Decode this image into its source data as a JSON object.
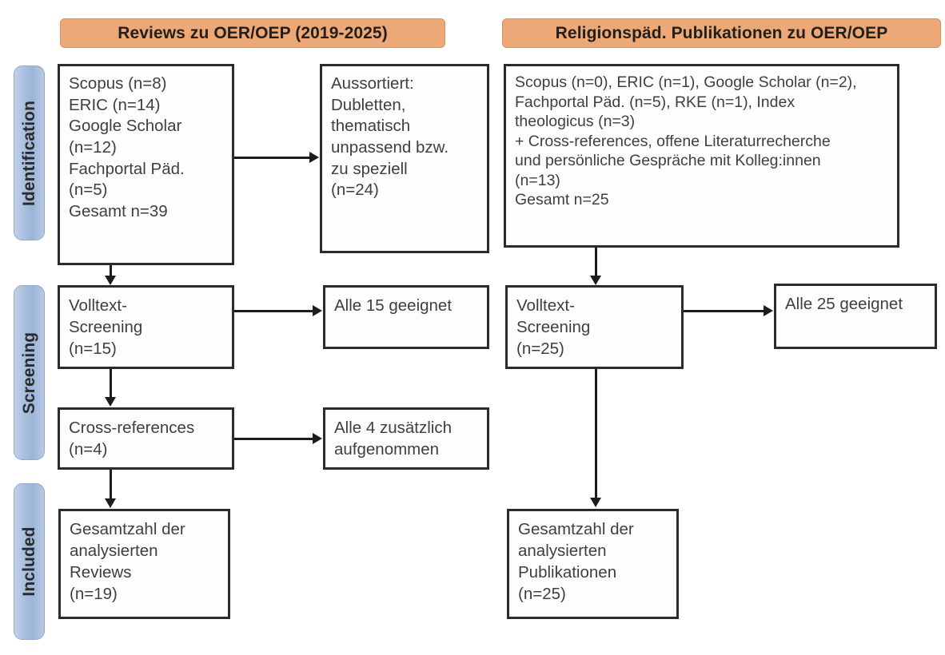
{
  "stages": [
    {
      "id": "identification",
      "label": "Identification"
    },
    {
      "id": "screening",
      "label": "Screening"
    },
    {
      "id": "included",
      "label": "Included"
    }
  ],
  "columns": [
    {
      "id": "reviews",
      "header": "Reviews zu OER/OEP (2019-2025)"
    },
    {
      "id": "religionspaed",
      "header": "Religionspäd. Publikationen zu OER/OEP"
    }
  ],
  "boxes": {
    "left_sources": "Scopus (n=8)\nERIC (n=14)\nGoogle Scholar\n(n=12)\nFachportal Päd.\n(n=5)\nGesamt n=39",
    "left_excluded": "Aussortiert:\nDubletten,\nthematisch\nunpassend bzw.\nzu speziell\n(n=24)",
    "left_fulltext": "Volltext-\nScreening\n(n=15)",
    "left_fulltext_result": "Alle 15 geeignet",
    "left_crossref": "Cross-references\n(n=4)",
    "left_crossref_result": "Alle 4 zusätzlich\naufgenommen",
    "left_included": "Gesamtzahl der\nanalysierten\nReviews\n(n=19)",
    "right_sources": "Scopus (n=0), ERIC (n=1), Google Scholar (n=2),\nFachportal Päd. (n=5), RKE (n=1), Index\ntheologicus (n=3)\n+ Cross-references, offene Literaturrecherche\nund persönliche Gespräche mit Kolleg:innen\n(n=13)\nGesamt n=25",
    "right_fulltext": "Volltext-\nScreening\n(n=25)",
    "right_fulltext_result": "Alle 25 geeignet",
    "right_included": "Gesamtzahl der\nanalysierten\nPublikationen\n(n=25)"
  },
  "colors": {
    "header_fill": "#eda877",
    "stage_fill": "#a9bfdf",
    "box_border": "#2b2b2b",
    "connector": "#1c1c1c",
    "text": "#3f3f3f"
  },
  "chart_data": {
    "type": "diagram",
    "title": "PRISMA-style literature selection flow diagram",
    "nodes": [
      {
        "id": "left_sources",
        "stage": "Identification",
        "column": "Reviews zu OER/OEP (2019-2025)",
        "counts": {
          "Scopus": 8,
          "ERIC": 14,
          "Google Scholar": 12,
          "Fachportal Päd.": 5,
          "Gesamt": 39
        }
      },
      {
        "id": "left_excluded",
        "stage": "Identification",
        "column": "Reviews zu OER/OEP (2019-2025)",
        "counts": {
          "Aussortiert": 24
        }
      },
      {
        "id": "left_fulltext",
        "stage": "Screening",
        "column": "Reviews zu OER/OEP (2019-2025)",
        "counts": {
          "Volltext-Screening": 15
        }
      },
      {
        "id": "left_fulltext_result",
        "stage": "Screening",
        "column": "Reviews zu OER/OEP (2019-2025)",
        "counts": {
          "geeignet": 15
        }
      },
      {
        "id": "left_crossref",
        "stage": "Screening",
        "column": "Reviews zu OER/OEP (2019-2025)",
        "counts": {
          "Cross-references": 4
        }
      },
      {
        "id": "left_crossref_result",
        "stage": "Screening",
        "column": "Reviews zu OER/OEP (2019-2025)",
        "counts": {
          "zusätzlich aufgenommen": 4
        }
      },
      {
        "id": "left_included",
        "stage": "Included",
        "column": "Reviews zu OER/OEP (2019-2025)",
        "counts": {
          "Reviews": 19
        }
      },
      {
        "id": "right_sources",
        "stage": "Identification",
        "column": "Religionspäd. Publikationen zu OER/OEP",
        "counts": {
          "Scopus": 0,
          "ERIC": 1,
          "Google Scholar": 2,
          "Fachportal Päd.": 5,
          "RKE": 1,
          "Index theologicus": 3,
          "Cross-references/offene Recherche/Gespräche": 13,
          "Gesamt": 25
        }
      },
      {
        "id": "right_fulltext",
        "stage": "Screening",
        "column": "Religionspäd. Publikationen zu OER/OEP",
        "counts": {
          "Volltext-Screening": 25
        }
      },
      {
        "id": "right_fulltext_result",
        "stage": "Screening",
        "column": "Religionspäd. Publikationen zu OER/OEP",
        "counts": {
          "geeignet": 25
        }
      },
      {
        "id": "right_included",
        "stage": "Included",
        "column": "Religionspäd. Publikationen zu OER/OEP",
        "counts": {
          "Publikationen": 25
        }
      }
    ],
    "edges": [
      {
        "from": "left_sources",
        "to": "left_excluded",
        "direction": "right"
      },
      {
        "from": "left_sources",
        "to": "left_fulltext",
        "direction": "down"
      },
      {
        "from": "left_fulltext",
        "to": "left_fulltext_result",
        "direction": "right"
      },
      {
        "from": "left_fulltext",
        "to": "left_crossref",
        "direction": "down"
      },
      {
        "from": "left_crossref",
        "to": "left_crossref_result",
        "direction": "right"
      },
      {
        "from": "left_crossref",
        "to": "left_included",
        "direction": "down"
      },
      {
        "from": "right_sources",
        "to": "right_fulltext",
        "direction": "down"
      },
      {
        "from": "right_fulltext",
        "to": "right_fulltext_result",
        "direction": "right"
      },
      {
        "from": "right_fulltext",
        "to": "right_included",
        "direction": "down"
      }
    ]
  }
}
